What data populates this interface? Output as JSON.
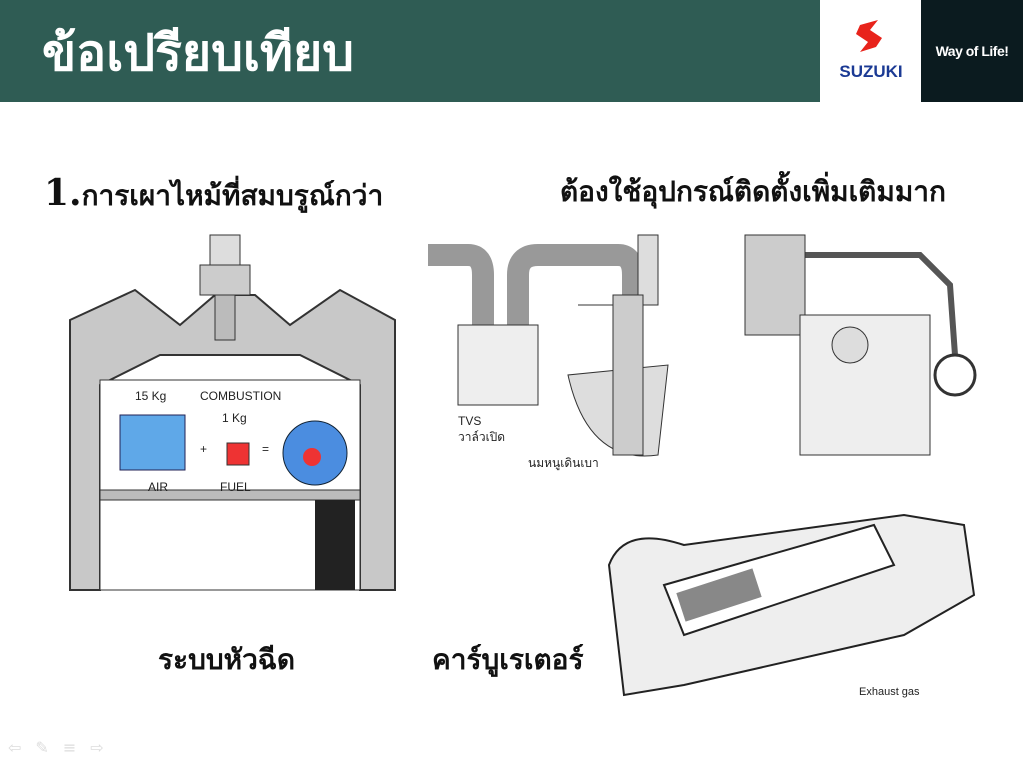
{
  "header": {
    "title": "ข้อเปรียบเทียบ",
    "brand": "SUZUKI",
    "slogan": "Way of Life!"
  },
  "left": {
    "heading_num": "1.",
    "heading": "การเผาไหม้ที่สมบรูณ์กว่า",
    "caption": "ระบบหัวฉีด",
    "diagram": {
      "air_qty": "15 Kg",
      "combustion": "COMBUSTION",
      "fuel_qty": "1 Kg",
      "air": "AIR",
      "fuel": "FUEL",
      "plus": "+",
      "equals": "="
    }
  },
  "right": {
    "heading": "ต้องใช้อุปกรณ์ติดตั้งเพิ่มเติมมาก",
    "caption": "คาร์บูเรเตอร์",
    "carb": {
      "tvs": "TVS",
      "valve": "วาล์วเปิด",
      "idle": "นมหนูเดินเบา"
    },
    "exhaust": {
      "label": "Exhaust gas"
    }
  },
  "nav": {
    "prev": "⇦",
    "pen": "✎",
    "menu": "≡",
    "next": "⇨"
  }
}
